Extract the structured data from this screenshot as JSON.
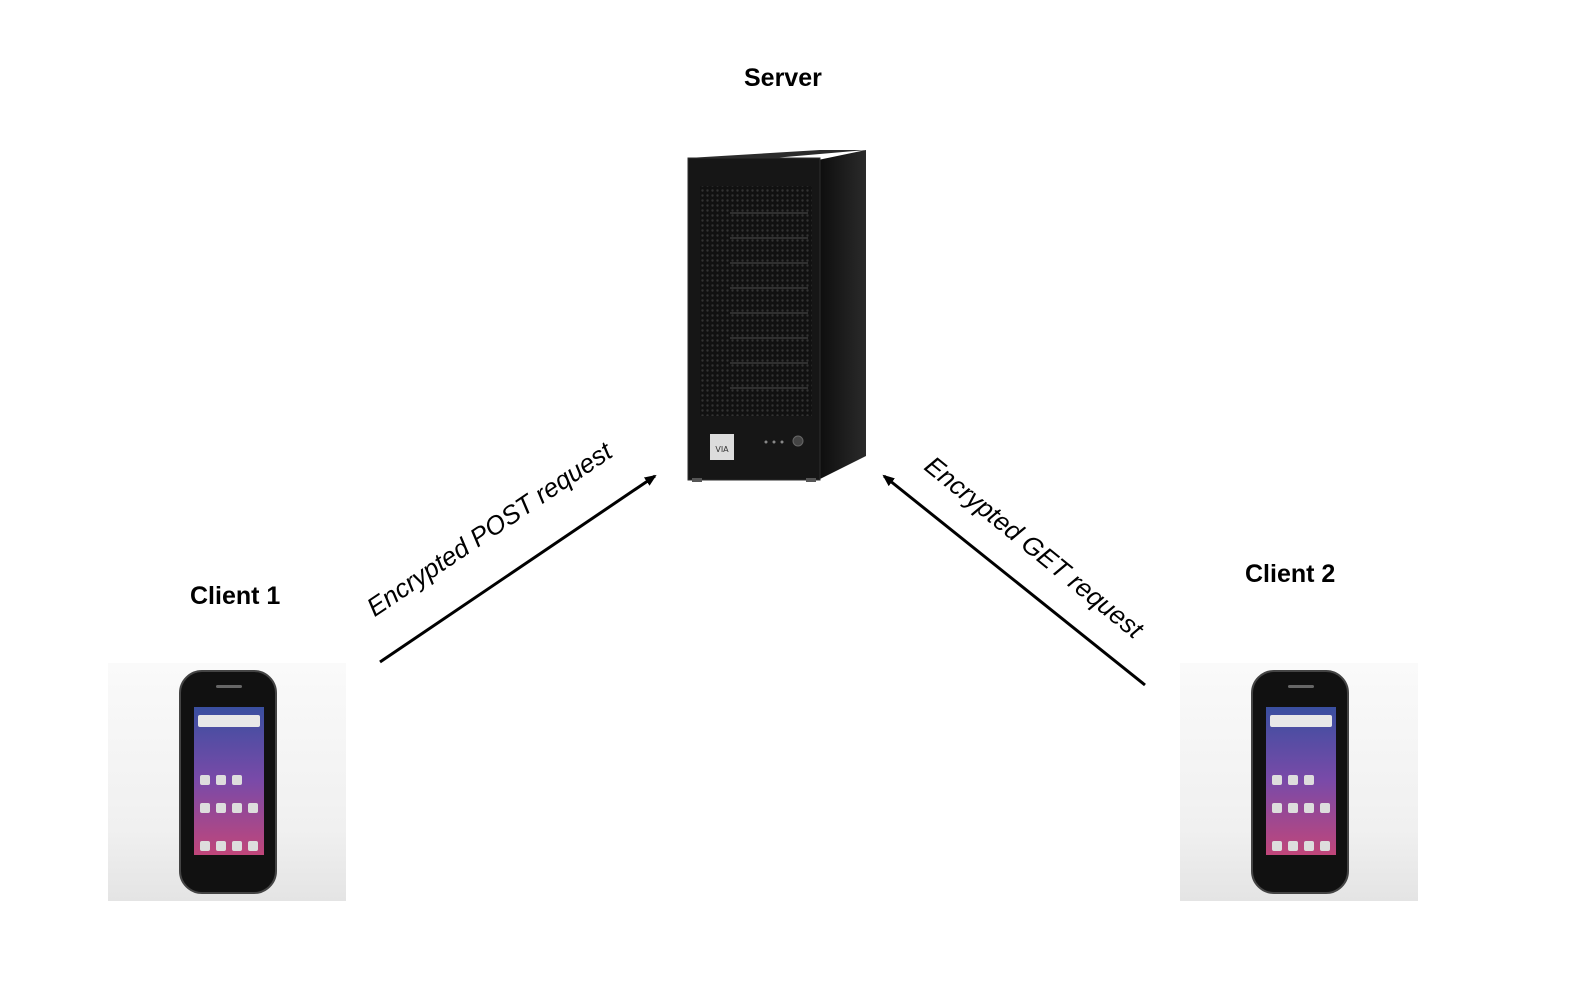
{
  "nodes": {
    "server": {
      "label": "Server",
      "icon": "server-tower-icon"
    },
    "client1": {
      "label": "Client 1",
      "icon": "smartphone-icon"
    },
    "client2": {
      "label": "Client 2",
      "icon": "smartphone-icon"
    }
  },
  "edges": [
    {
      "from": "client1",
      "to": "server",
      "label": "Encrypted POST request"
    },
    {
      "from": "client2",
      "to": "server",
      "label": "Encrypted GET request"
    }
  ],
  "colors": {
    "arrow": "#000000",
    "server_body": "#1a1a1a",
    "screen_top": "#6b4fa8",
    "screen_bottom": "#c0467a"
  }
}
